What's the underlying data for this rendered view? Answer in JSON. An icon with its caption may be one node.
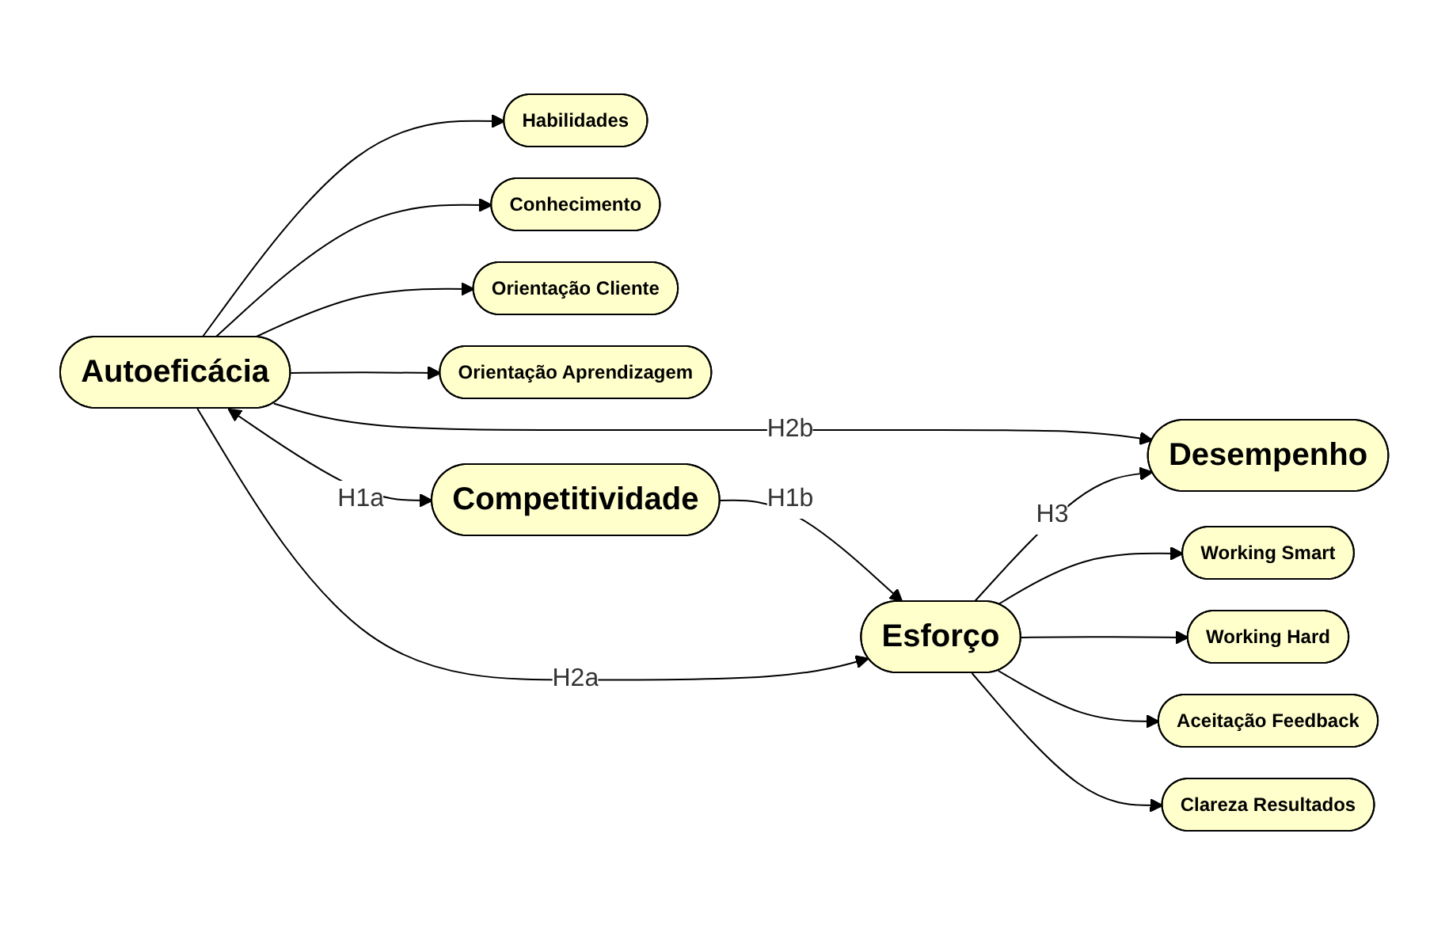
{
  "diagram": {
    "nodes": [
      {
        "text": [
          "Habilidades"
        ]
      },
      {
        "text": [
          "Conhecimento"
        ]
      },
      {
        "text": [
          "Orientação Cliente"
        ]
      },
      {
        "text": [
          "Orientação Aprendizagem"
        ]
      },
      {
        "text": [
          "Competitividade"
        ]
      },
      {
        "text": [
          "Autoeficácia"
        ]
      },
      {
        "text": [
          "Esforço"
        ]
      },
      {
        "text": [
          "Desempenho"
        ]
      },
      {
        "text": [
          "Working Smart"
        ]
      },
      {
        "text": [
          "Working Hard"
        ]
      },
      {
        "text": [
          "Aceitação Feedback"
        ]
      },
      {
        "text": [
          "Clareza Resultados"
        ]
      }
    ],
    "edges": [
      {
        "from": 5,
        "to": 0,
        "arrow": "to"
      },
      {
        "from": 5,
        "to": 1,
        "arrow": "to"
      },
      {
        "from": 5,
        "to": 2,
        "arrow": "to"
      },
      {
        "from": 5,
        "to": 3,
        "arrow": "to"
      },
      {
        "from": 5,
        "to": 4,
        "arrow": "both",
        "label": "H1a"
      },
      {
        "from": 4,
        "to": 6,
        "arrow": "to",
        "label": "H1b"
      },
      {
        "from": 5,
        "to": 6,
        "arrow": "to",
        "label": "H2a"
      },
      {
        "from": 5,
        "to": 7,
        "arrow": "to",
        "label": "H2b"
      },
      {
        "from": 6,
        "to": 7,
        "arrow": "to",
        "label": "H3"
      },
      {
        "from": 6,
        "to": 8,
        "arrow": "to"
      },
      {
        "from": 6,
        "to": 9,
        "arrow": "to"
      },
      {
        "from": 6,
        "to": 10,
        "arrow": "to"
      },
      {
        "from": 6,
        "to": 11,
        "arrow": "to"
      }
    ]
  }
}
